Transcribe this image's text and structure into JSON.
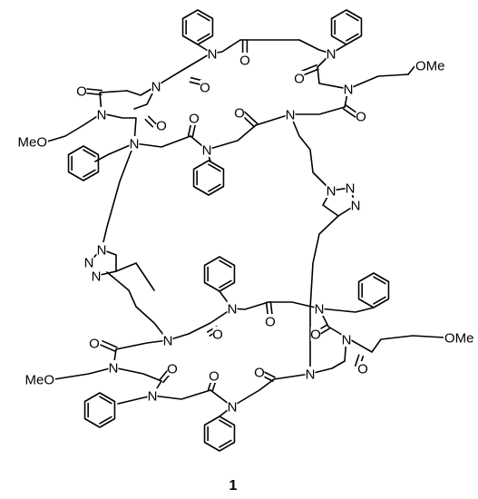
{
  "figure": {
    "compound_label": "1",
    "group_label": "OMe",
    "group_label_left": "MeO",
    "atoms": {
      "N": "N",
      "O": "O"
    }
  }
}
